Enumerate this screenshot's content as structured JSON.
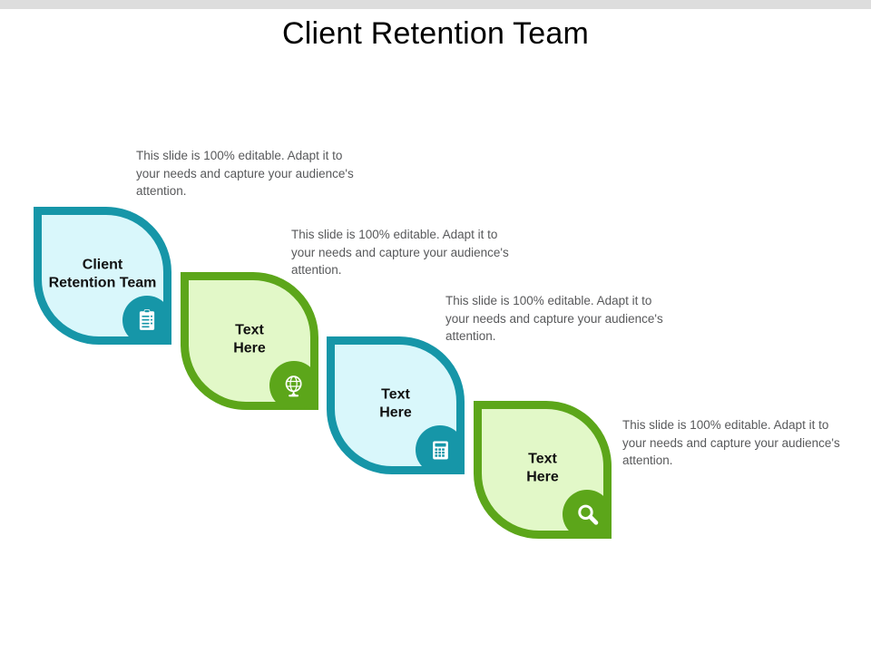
{
  "slide": {
    "title": "Client Retention Team",
    "background_color": "#ffffff",
    "top_band_color": "#dddddd"
  },
  "theme": {
    "teal_border": "#1696a8",
    "teal_fill": "#d9f7fb",
    "green_border": "#5ca61a",
    "green_fill": "#e2f8c8",
    "body_text_color": "#58595b",
    "title_color": "#000000"
  },
  "steps": [
    {
      "label": "Client\nRetention Team",
      "color": "teal",
      "icon": "clipboard-checklist-icon",
      "description": "This slide is 100% editable.  Adapt it to your needs and capture your audience's attention."
    },
    {
      "label": "Text\nHere",
      "color": "green",
      "icon": "globe-stand-icon",
      "description": "This slide is 100% editable.  Adapt it to your needs and capture your audience's attention."
    },
    {
      "label": "Text\nHere",
      "color": "teal",
      "icon": "calculator-icon",
      "description": "This slide is 100% editable.  Adapt it to your needs and capture your audience's attention."
    },
    {
      "label": "Text\nHere",
      "color": "green",
      "icon": "magnifier-icon",
      "description": "This slide is 100% editable.  Adapt it to your needs and capture your audience's attention."
    }
  ]
}
